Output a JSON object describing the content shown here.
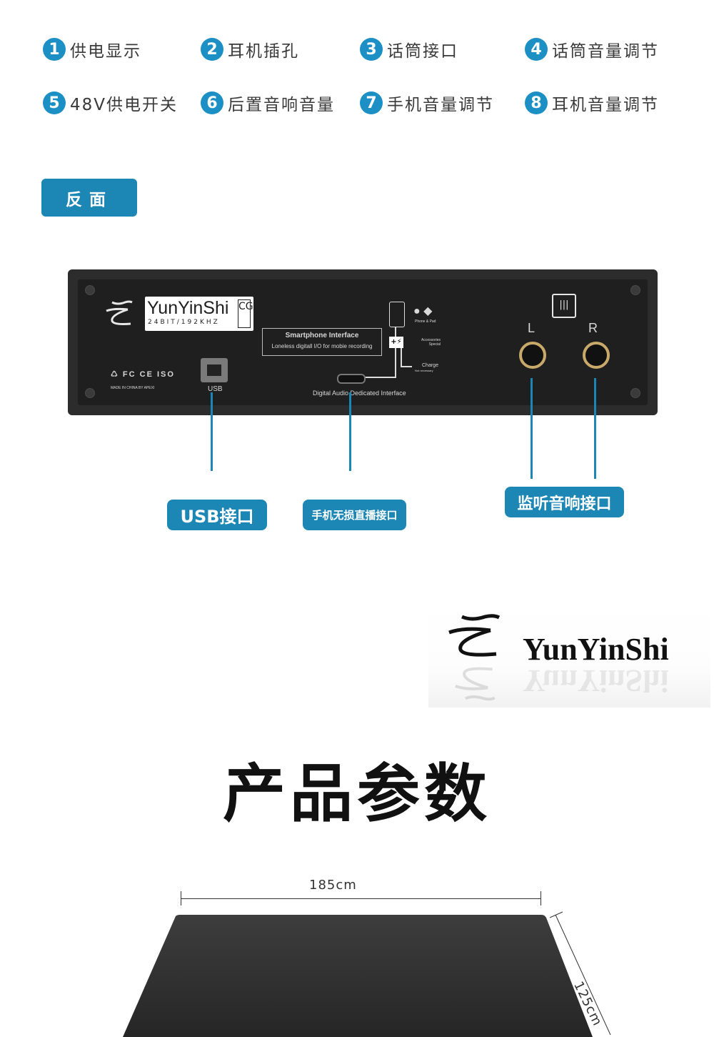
{
  "features": [
    {
      "num": "1",
      "label": "供电显示"
    },
    {
      "num": "2",
      "label": "耳机插孔"
    },
    {
      "num": "3",
      "label": "话筒接口"
    },
    {
      "num": "4",
      "label": "话筒音量调节"
    },
    {
      "num": "5",
      "label": "48V供电开关"
    },
    {
      "num": "6",
      "label": "后置音响音量"
    },
    {
      "num": "7",
      "label": "手机音量调节"
    },
    {
      "num": "8",
      "label": "耳机音量调节"
    }
  ],
  "section_tag": "反面",
  "device": {
    "brand_name": "YunYinShi",
    "brand_spec": "24BIT/192KHZ",
    "brand_model": "CG",
    "cert_text": "MADE IN CHINA BY APEXI",
    "usb_label": "USB",
    "phone_box_title": "Smartphone Interface",
    "phone_box_sub": "Loneless digitall I/O for mobie recording",
    "typec_label": "Digital Audio Dedicated Interface",
    "phone_pad": "Phone & Pad",
    "accessories": "Accessories Special",
    "charge": "Charge",
    "charge_sub": "Not necessary",
    "left_label": "L",
    "right_label": "R"
  },
  "callouts": {
    "usb": "USB接口",
    "phone": "手机无损直播接口",
    "monitor": "监听音响接口"
  },
  "logo_text": "YunYinShi",
  "params_title": "产品参数",
  "dimensions": {
    "width": "185cm",
    "depth": "125cm"
  },
  "colors": {
    "accent": "#1c87b5",
    "device": "#2c2c2c"
  }
}
